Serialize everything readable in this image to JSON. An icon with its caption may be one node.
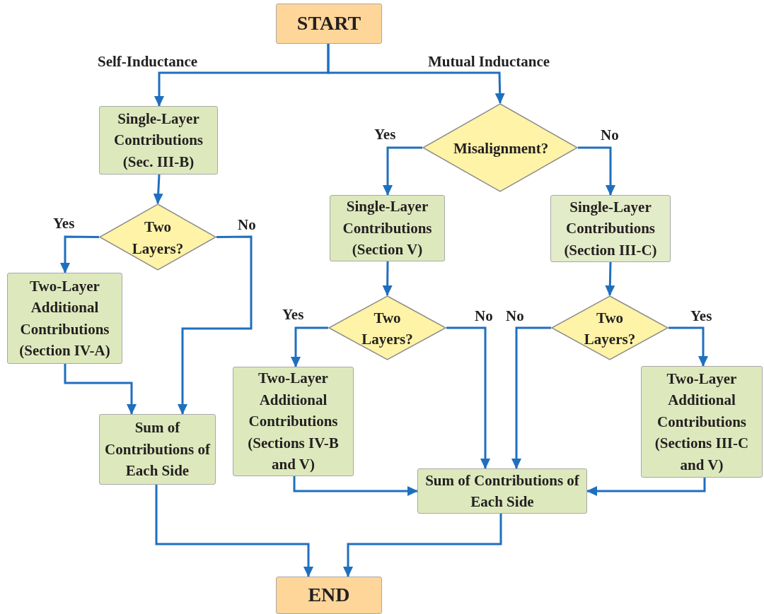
{
  "diagram": {
    "nodes": [
      {
        "text": [
          "START"
        ]
      },
      {
        "text": [
          "Single-Layer Contributions (Sec. III-B)"
        ]
      },
      {
        "text": [
          "Misalignment?"
        ]
      },
      {
        "text": [
          "Two Layers?"
        ]
      },
      {
        "text": [
          "Single-Layer Contributions (Section V)"
        ]
      },
      {
        "text": [
          "Single-Layer Contributions (Section III-C)"
        ]
      },
      {
        "text": [
          "Two-Layer Additional Contributions (Section IV-A)"
        ]
      },
      {
        "text": [
          "Two Layers?"
        ]
      },
      {
        "text": [
          "Two Layers?"
        ]
      },
      {
        "text": [
          "Two-Layer Additional Contributions (Sections IV-B and V)"
        ]
      },
      {
        "text": [
          "Two-Layer Additional Contributions (Sections III-C and V)"
        ]
      },
      {
        "text": [
          "Sum of Contributions of Each Side"
        ]
      },
      {
        "text": [
          "Sum of Contributions of Each Side"
        ]
      },
      {
        "text": [
          "END"
        ]
      }
    ],
    "edges": [
      {
        "from": 0,
        "to": 1,
        "arrow": "to",
        "label": "Self-Inductance"
      },
      {
        "from": 0,
        "to": 2,
        "arrow": "to",
        "label": "Mutual Inductance"
      },
      {
        "from": 1,
        "to": 3,
        "arrow": "to"
      },
      {
        "from": 3,
        "to": 6,
        "arrow": "to",
        "label": "Yes"
      },
      {
        "from": 3,
        "to": 11,
        "arrow": "to",
        "label": "No"
      },
      {
        "from": 2,
        "to": 4,
        "arrow": "to",
        "label": "Yes"
      },
      {
        "from": 2,
        "to": 5,
        "arrow": "to",
        "label": "No"
      },
      {
        "from": 4,
        "to": 7,
        "arrow": "to"
      },
      {
        "from": 5,
        "to": 8,
        "arrow": "to"
      },
      {
        "from": 7,
        "to": 9,
        "arrow": "to",
        "label": "Yes"
      },
      {
        "from": 7,
        "to": 12,
        "arrow": "to",
        "label": "No"
      },
      {
        "from": 8,
        "to": 12,
        "arrow": "to",
        "label": "No"
      },
      {
        "from": 8,
        "to": 10,
        "arrow": "to",
        "label": "Yes"
      },
      {
        "from": 6,
        "to": 11,
        "arrow": "to"
      },
      {
        "from": 9,
        "to": 12,
        "arrow": "to"
      },
      {
        "from": 10,
        "to": 12,
        "arrow": "to"
      },
      {
        "from": 11,
        "to": 13,
        "arrow": "to"
      },
      {
        "from": 12,
        "to": 13,
        "arrow": "to"
      }
    ]
  }
}
